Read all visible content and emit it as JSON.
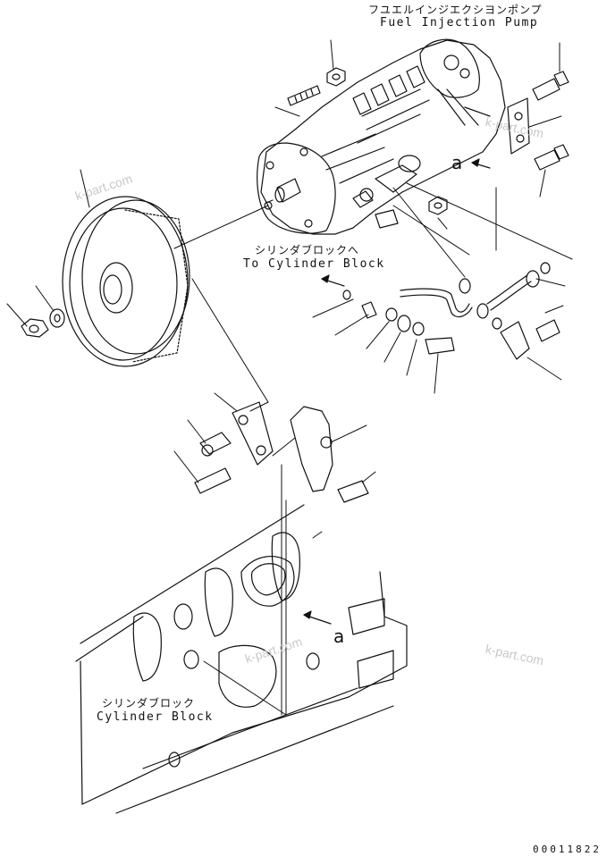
{
  "labels": {
    "pump_jp": "フユエルインジエクシヨンポンプ",
    "pump_en": "Fuel Injection Pump",
    "to_block_jp": "シリンダブロックへ",
    "to_block_en": "To Cylinder Block",
    "block_jp": "シリンダブロック",
    "block_en": "Cylinder Block",
    "ref_a": "a",
    "drawing_code": "00011822"
  },
  "watermarks": [
    "k-part.com",
    "k-part.com",
    "k-part.com",
    "k-part.com"
  ]
}
